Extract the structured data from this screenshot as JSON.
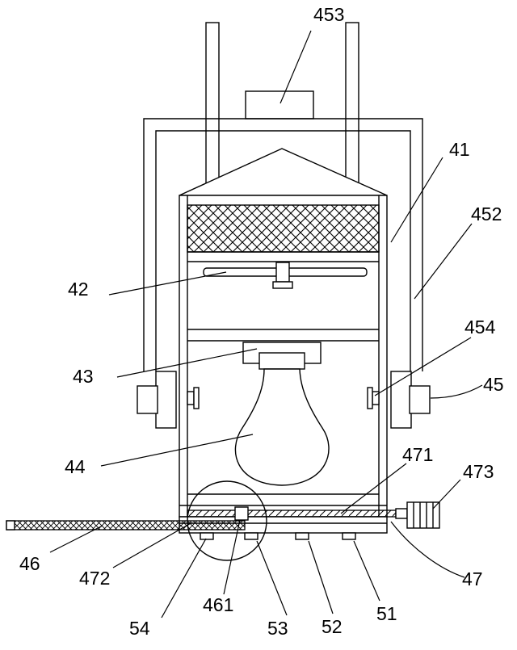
{
  "labels": {
    "l453": "453",
    "l41": "41",
    "l452": "452",
    "l42": "42",
    "l454": "454",
    "l43": "43",
    "l45": "45",
    "l44": "44",
    "l471": "471",
    "l473": "473",
    "l46": "46",
    "l472": "472",
    "l47": "47",
    "l461": "461",
    "l54": "54",
    "l53": "53",
    "l52": "52",
    "l51": "51"
  }
}
